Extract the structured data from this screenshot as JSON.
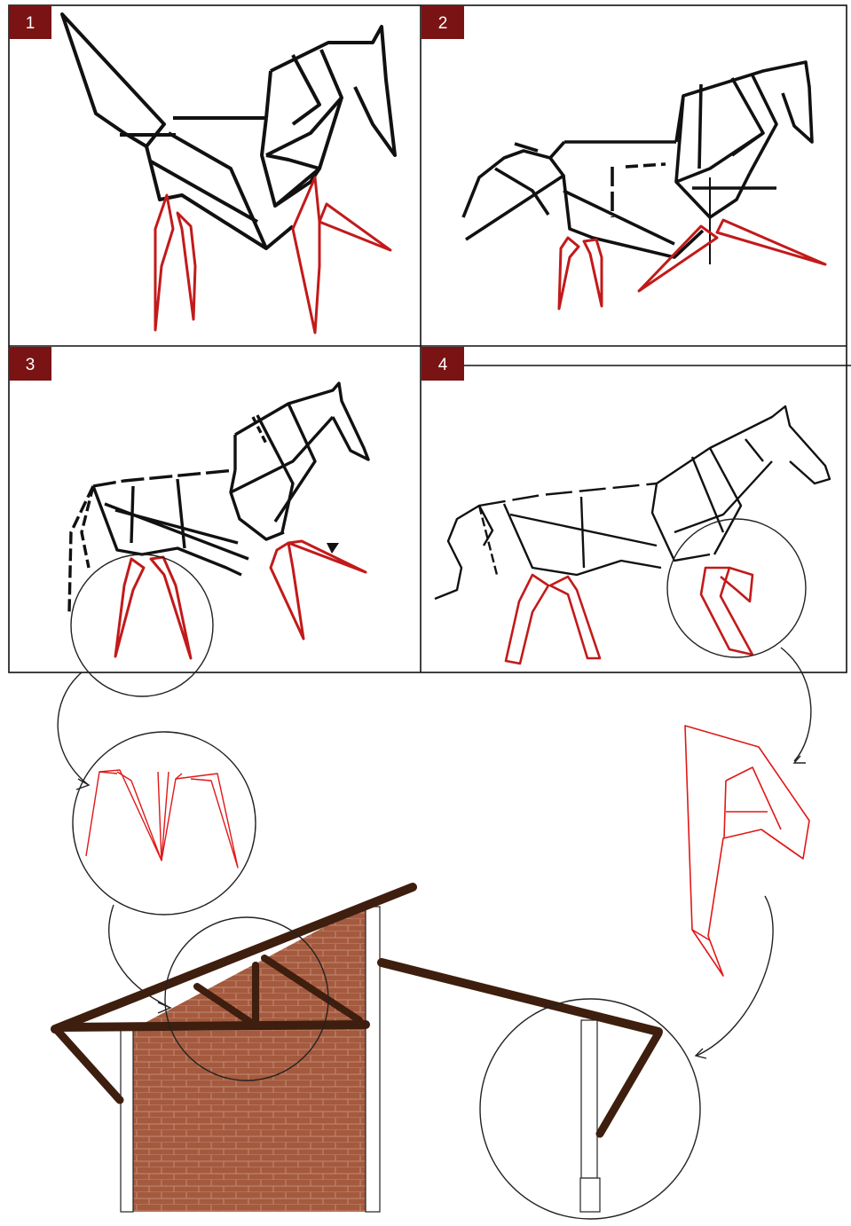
{
  "panels": [
    {
      "number": "1"
    },
    {
      "number": "2"
    },
    {
      "number": "3"
    },
    {
      "number": "4"
    }
  ],
  "colors": {
    "badge": "#7a1414",
    "outline": "#111111",
    "legs": "#c21a1a",
    "brick": "#a45a3e",
    "brick_mortar": "#c48a74",
    "timber": "#3e1e0e",
    "background": "#ffffff"
  }
}
